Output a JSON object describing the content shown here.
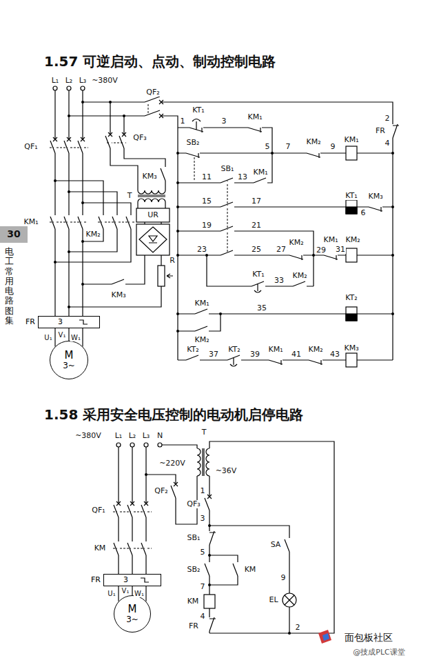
{
  "diagram": {
    "nodes": [
      {
        "text": [
          "FR",
          "3"
        ]
      },
      {
        "text": [
          "M",
          "3~"
        ]
      },
      {
        "text": [
          "FR",
          "3"
        ]
      },
      {
        "text": [
          "M",
          "3~"
        ]
      }
    ],
    "edges": [
      {
        "from": 0,
        "to": 1,
        "arrow": "none",
        "label": "U₁"
      },
      {
        "from": 0,
        "to": 1,
        "arrow": "none",
        "label": "V₁"
      },
      {
        "from": 0,
        "to": 1,
        "arrow": "none",
        "label": "W₁"
      },
      {
        "from": 2,
        "to": 3,
        "arrow": "none",
        "label": "U₁"
      },
      {
        "from": 2,
        "to": 3,
        "arrow": "none",
        "label": "V₁"
      },
      {
        "from": 2,
        "to": 3,
        "arrow": "none",
        "label": "W₁"
      }
    ],
    "labels": [
      "1.57 可逆启动、点动、制动控制电路",
      "30",
      "电工常用电路图集",
      "L₁",
      "L₂",
      "L₃",
      "~380V",
      "QF₂",
      "QF₃",
      "QF₁",
      "KM₃",
      "T",
      "UR",
      "R",
      "KM₁",
      "KM₂",
      "KM₃",
      "1",
      "KT₁",
      "3",
      "KM₁",
      "SB₂",
      "5",
      "7",
      "KM₂",
      "9",
      "KM₁",
      "2",
      "FR",
      "4",
      "11",
      "SB₁",
      "13",
      "KM₁",
      "15",
      "17",
      "KT₁",
      "KM₃",
      "6",
      "19",
      "21",
      "23",
      "25",
      "27",
      "KM₂",
      "29",
      "KM₁",
      "31",
      "KM₂",
      "KT₁",
      "33",
      "KM₂",
      "KM₁",
      "35",
      "KT₂",
      "KM₂",
      "KT₂",
      "37",
      "KT₂",
      "39",
      "KM₁",
      "41",
      "KM₂",
      "43",
      "KM₃",
      "1.58 采用安全电压控制的电动机启停电路",
      "~380V",
      "L₁",
      "L₂",
      "L₃",
      "N",
      "T",
      "~220V",
      "~36V",
      "QF₂",
      "1",
      "QF₃",
      "3",
      "QF₁",
      "KM",
      "SB₁",
      "5",
      "SB₂",
      "KM",
      "7",
      "KM",
      "4",
      "FR",
      "SA",
      "9",
      "EL",
      "2",
      "面包板社区",
      "@技成PLC课堂"
    ]
  }
}
